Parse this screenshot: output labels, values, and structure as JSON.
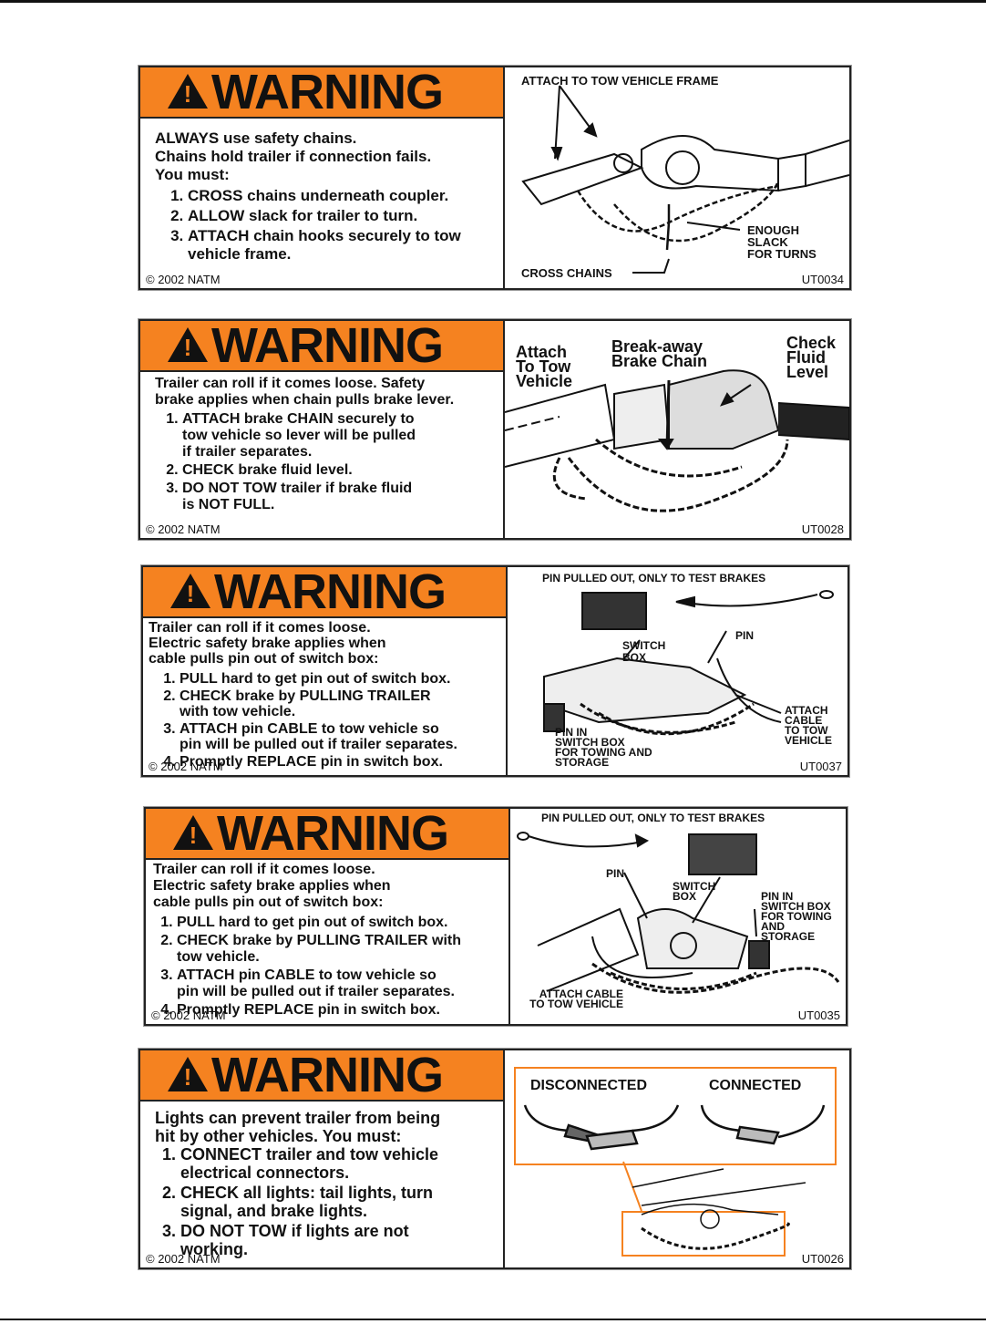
{
  "labels": [
    {
      "banner": "WARNING",
      "intro": "ALWAYS use safety chains.\nChains hold trailer if connection fails.\nYou must:",
      "steps": [
        "CROSS chains underneath coupler.",
        "ALLOW slack for trailer to turn.",
        "ATTACH chain hooks securely to tow\nvehicle frame."
      ],
      "copyright": "© 2002 NATM",
      "code": "UT0034",
      "captions": [
        "ATTACH TO TOW VEHICLE FRAME",
        "ENOUGH\nSLACK\nFOR TURNS",
        "CROSS CHAINS"
      ]
    },
    {
      "banner": "WARNING",
      "intro": "Trailer can roll if it comes loose.  Safety\nbrake applies when chain pulls brake lever.",
      "steps": [
        "ATTACH brake CHAIN securely to\ntow vehicle so lever will be pulled\nif trailer separates.",
        "CHECK brake fluid level.",
        "DO NOT TOW trailer if brake fluid\nis NOT FULL."
      ],
      "copyright": "© 2002 NATM",
      "code": "UT0028",
      "captions": [
        "Attach\nTo Tow\nVehicle",
        "Break-away\nBrake Chain",
        "Check\nFluid\nLevel"
      ]
    },
    {
      "banner": "WARNING",
      "intro": "Trailer can roll if it comes loose.\nElectric safety brake applies when\ncable pulls pin out of switch box:",
      "steps": [
        "PULL hard to get pin out of switch box.",
        "CHECK brake by PULLING TRAILER\nwith tow vehicle.",
        "ATTACH pin CABLE to tow vehicle so\npin will be pulled out if trailer separates.",
        "Promptly REPLACE pin in switch box."
      ],
      "copyright": "© 2002 NATM",
      "code": "UT0037",
      "captions": [
        "PIN PULLED OUT, ONLY TO TEST BRAKES",
        "SWITCH\nBOX",
        "PIN",
        "ATTACH\nCABLE\nTO TOW\nVEHICLE",
        "PIN IN\nSWITCH BOX\nFOR TOWING AND\nSTORAGE"
      ]
    },
    {
      "banner": "WARNING",
      "intro": "Trailer can roll if it comes loose.\nElectric safety brake applies when\ncable pulls pin out of switch box:",
      "steps": [
        "PULL hard to get pin out of switch box.",
        "CHECK brake by PULLING TRAILER with\ntow vehicle.",
        "ATTACH pin CABLE to tow vehicle so\npin will be pulled out if trailer separates.",
        "Promptly REPLACE pin in switch box."
      ],
      "copyright": "© 2002 NATM",
      "code": "UT0035",
      "captions": [
        "PIN PULLED OUT, ONLY TO TEST BRAKES",
        "PIN",
        "SWITCH\nBOX",
        "PIN IN\nSWITCH BOX\nFOR TOWING\nAND\nSTORAGE",
        "ATTACH CABLE\nTO TOW VEHICLE"
      ]
    },
    {
      "banner": "WARNING",
      "intro": "Lights can prevent trailer from being\nhit by other vehicles. You must:",
      "steps": [
        "CONNECT trailer and tow vehicle\nelectrical connectors.",
        "CHECK all lights: tail lights, turn\nsignal, and brake lights.",
        "DO NOT TOW if lights are not\nworking."
      ],
      "copyright": "© 2002 NATM",
      "code": "UT0026",
      "captions": [
        "DISCONNECTED",
        "CONNECTED"
      ]
    }
  ],
  "colors": {
    "banner": "#f58220",
    "ink": "#111111",
    "frame_orange": "#f58220"
  }
}
